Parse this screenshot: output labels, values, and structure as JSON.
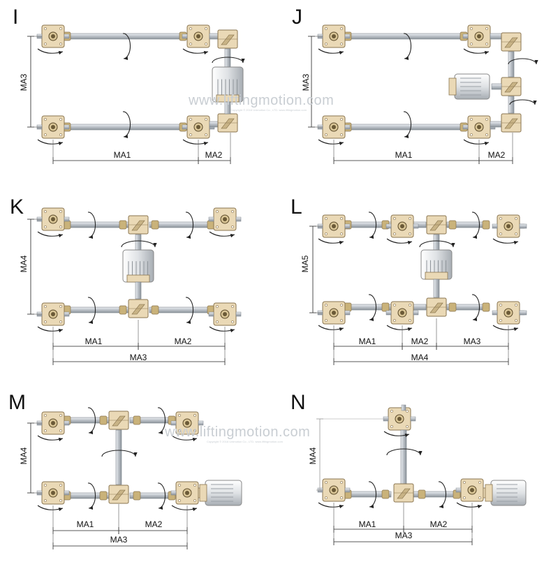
{
  "watermark": {
    "text": "www.liftingmotion.com",
    "copyright": "Copyright © 2016 Unimotion Co., LTD.   www.liftingmotion.com"
  },
  "colors": {
    "gearbox_body": "#ead9b6",
    "gearbox_edge": "#8a7550",
    "shaft": "#c7ccd2",
    "coupling": "#c9b27a",
    "motor_body": "#e8eaec",
    "dimension_line": "#222222"
  },
  "panels": [
    {
      "id": "I",
      "label": "I",
      "dims": [
        "MA3",
        "MA1",
        "MA2"
      ]
    },
    {
      "id": "J",
      "label": "J",
      "dims": [
        "MA3",
        "MA1",
        "MA2"
      ]
    },
    {
      "id": "K",
      "label": "K",
      "dims": [
        "MA4",
        "MA1",
        "MA2",
        "MA3"
      ]
    },
    {
      "id": "L",
      "label": "L",
      "dims": [
        "MA5",
        "MA1",
        "MA2",
        "MA3",
        "MA4"
      ]
    },
    {
      "id": "M",
      "label": "M",
      "dims": [
        "MA4",
        "MA1",
        "MA2",
        "MA3"
      ]
    },
    {
      "id": "N",
      "label": "N",
      "dims": [
        "MA4",
        "MA1",
        "MA2",
        "MA3"
      ]
    }
  ]
}
